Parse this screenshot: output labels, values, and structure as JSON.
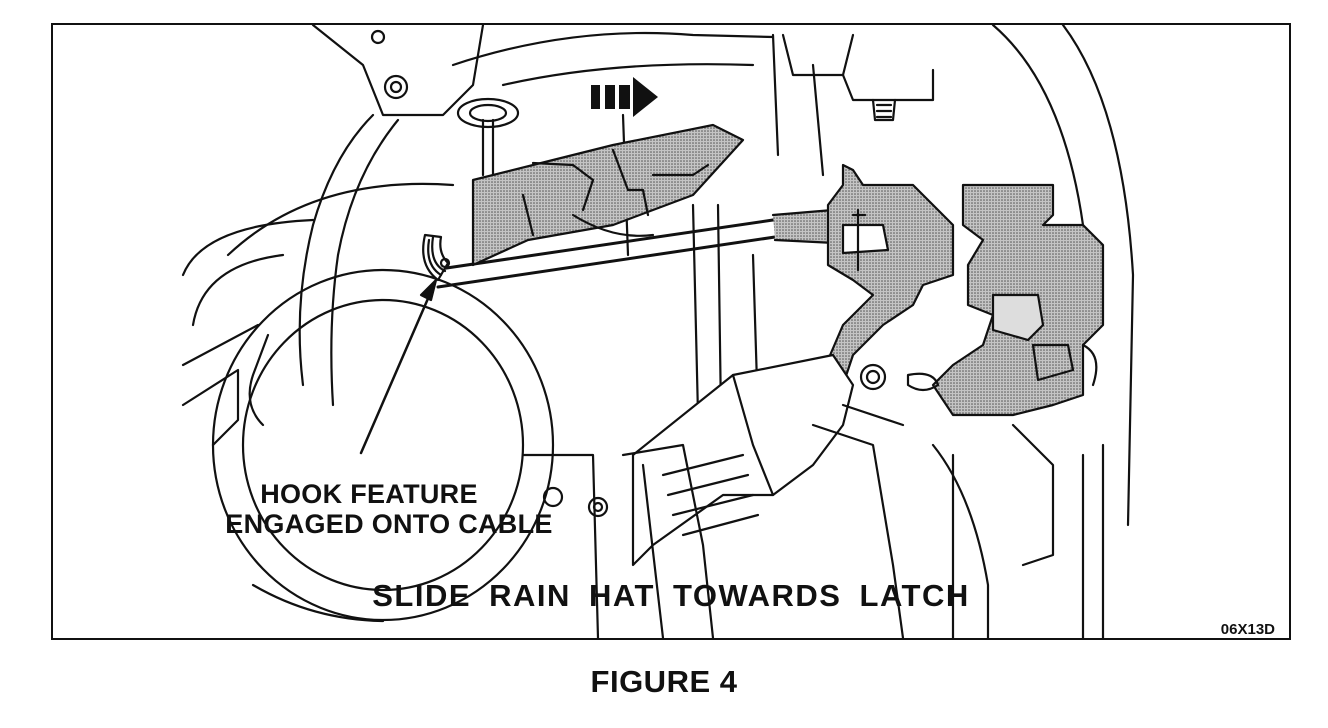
{
  "callout": {
    "line1": "HOOK FEATURE",
    "line2": "ENGAGED ONTO CABLE"
  },
  "caption": "SLIDE RAIN HAT TOWARDS LATCH",
  "figure_code": "06X13D",
  "figure_title": "FIGURE 4",
  "colors": {
    "line": "#111111",
    "shade": "#9a9a9a",
    "background": "#ffffff"
  },
  "parts": {
    "arrow": "direction-arrow-icon",
    "hook": "hook-icon",
    "latch": "latch-icon",
    "cable": "cable-icon"
  }
}
